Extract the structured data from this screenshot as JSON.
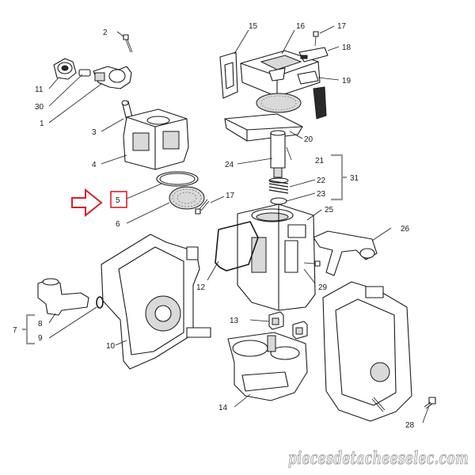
{
  "diagram": {
    "callouts": [
      {
        "id": "c1",
        "label": "1"
      },
      {
        "id": "c2",
        "label": "2"
      },
      {
        "id": "c3",
        "label": "3"
      },
      {
        "id": "c4",
        "label": "4"
      },
      {
        "id": "c5",
        "label": "5"
      },
      {
        "id": "c6",
        "label": "6"
      },
      {
        "id": "c7",
        "label": "7"
      },
      {
        "id": "c8",
        "label": "8"
      },
      {
        "id": "c9",
        "label": "9"
      },
      {
        "id": "c10",
        "label": "10"
      },
      {
        "id": "c11",
        "label": "11"
      },
      {
        "id": "c12",
        "label": "12"
      },
      {
        "id": "c13",
        "label": "13"
      },
      {
        "id": "c14",
        "label": "14"
      },
      {
        "id": "c15",
        "label": "15"
      },
      {
        "id": "c16",
        "label": "16"
      },
      {
        "id": "c17a",
        "label": "17"
      },
      {
        "id": "c17b",
        "label": "17"
      },
      {
        "id": "c18",
        "label": "18"
      },
      {
        "id": "c19",
        "label": "19"
      },
      {
        "id": "c20",
        "label": "20"
      },
      {
        "id": "c21",
        "label": "21"
      },
      {
        "id": "c22",
        "label": "22"
      },
      {
        "id": "c23",
        "label": "23"
      },
      {
        "id": "c24",
        "label": "24"
      },
      {
        "id": "c25",
        "label": "25"
      },
      {
        "id": "c26",
        "label": "26"
      },
      {
        "id": "c28",
        "label": "28"
      },
      {
        "id": "c29",
        "label": "29"
      },
      {
        "id": "c30",
        "label": "30"
      },
      {
        "id": "c31",
        "label": "31"
      }
    ],
    "highlighted_part": "5",
    "highlight_color": "#d8202a",
    "watermark": "piecesdetacheeselec.com"
  }
}
